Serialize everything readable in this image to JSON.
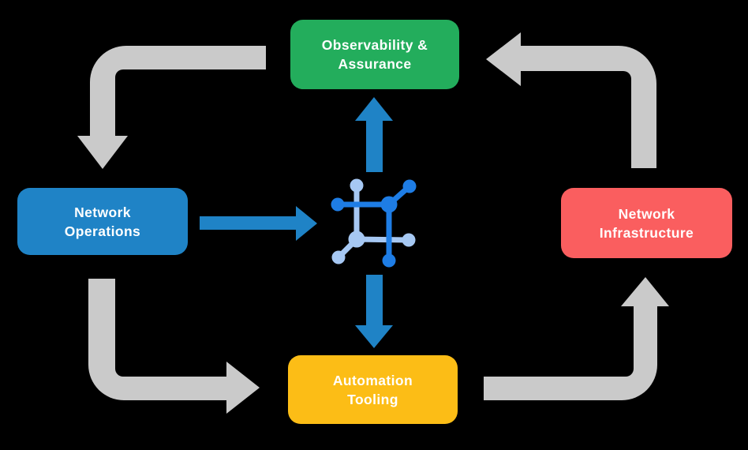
{
  "canvas": {
    "background": "#000000"
  },
  "colors": {
    "gray_arrow": "#CACACA",
    "blue_arrow": "#1F83C6",
    "node_text": "#FFFFFF",
    "icon_primary": "#1E7DE5",
    "icon_secondary": "#A6C8F3"
  },
  "nodes": {
    "observability": {
      "lines": [
        "Observability &",
        "Assurance"
      ],
      "color": "#23AD5C"
    },
    "operations": {
      "lines": [
        "Network",
        "Operations"
      ],
      "color": "#1F83C6"
    },
    "infrastructure": {
      "lines": [
        "Network",
        "Infrastructure"
      ],
      "color": "#FA5E5F"
    },
    "automation": {
      "lines": [
        "Automation",
        "Tooling"
      ],
      "color": "#FCBD16"
    }
  },
  "center_icon": {
    "name": "network-fabric-icon"
  },
  "flows": [
    {
      "from": "Observability & Assurance",
      "to": "Network Operations",
      "style": "gray"
    },
    {
      "from": "Network Operations",
      "to": "Automation Tooling",
      "style": "gray"
    },
    {
      "from": "Automation Tooling",
      "to": "Network Infrastructure",
      "style": "gray"
    },
    {
      "from": "Network Infrastructure",
      "to": "Observability & Assurance",
      "style": "gray"
    },
    {
      "from": "Network Operations",
      "to": "network-fabric-icon",
      "style": "blue"
    },
    {
      "from": "network-fabric-icon",
      "to": "Observability & Assurance",
      "style": "blue"
    },
    {
      "from": "network-fabric-icon",
      "to": "Automation Tooling",
      "style": "blue"
    }
  ]
}
